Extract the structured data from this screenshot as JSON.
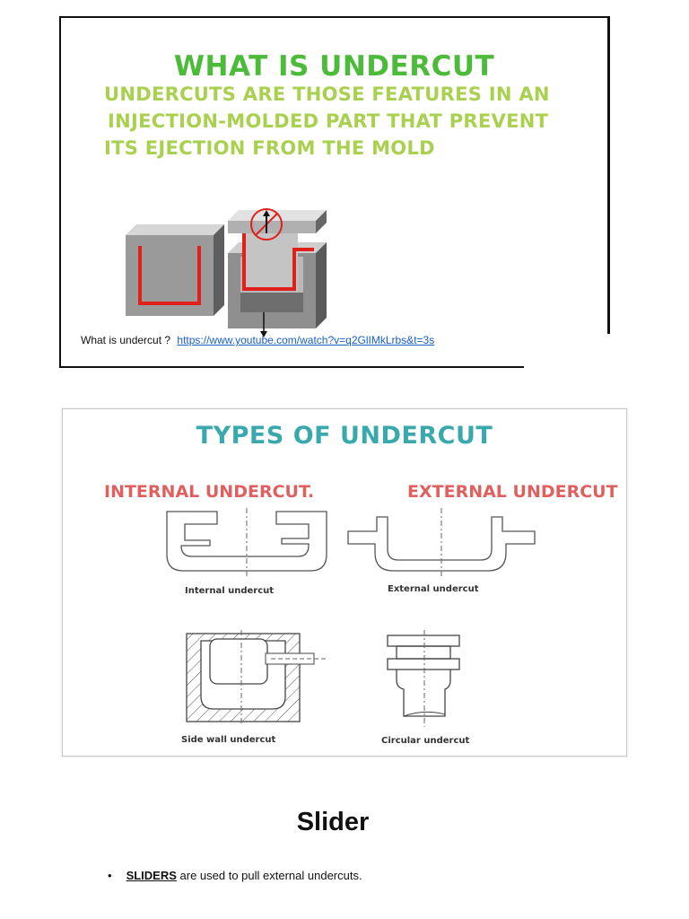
{
  "slide1": {
    "title": "WHAT IS UNDERCUT",
    "lines": [
      "UNDERCUTS ARE THOSE FEATURES IN AN",
      "INJECTION-MOLDED PART THAT PREVENT",
      "ITS EJECTION FROM THE MOLD"
    ],
    "caption_text": "What is undercut ?",
    "caption_link": "https://www.youtube.com/watch?v=q2GlIMkLrbs&t=3s",
    "colors": {
      "title": "#4cbb3a",
      "body": "#a9d14f",
      "highlight": "#e0201b"
    }
  },
  "slide2": {
    "title": "TYPES OF UNDERCUT",
    "internal_heading": "INTERNAL UNDERCUT.",
    "external_heading": "EXTERNAL UNDERCUT",
    "figures": {
      "internal": "Internal undercut",
      "external": "External undercut",
      "side_wall": "Side wall undercut",
      "circular": "Circular undercut"
    },
    "colors": {
      "title": "#3aa9ad",
      "heading": "#e06060"
    }
  },
  "slider_section": {
    "title": "Slider",
    "bullet_strong": "SLIDERS",
    "bullet_rest": " are used to pull external undercuts."
  }
}
